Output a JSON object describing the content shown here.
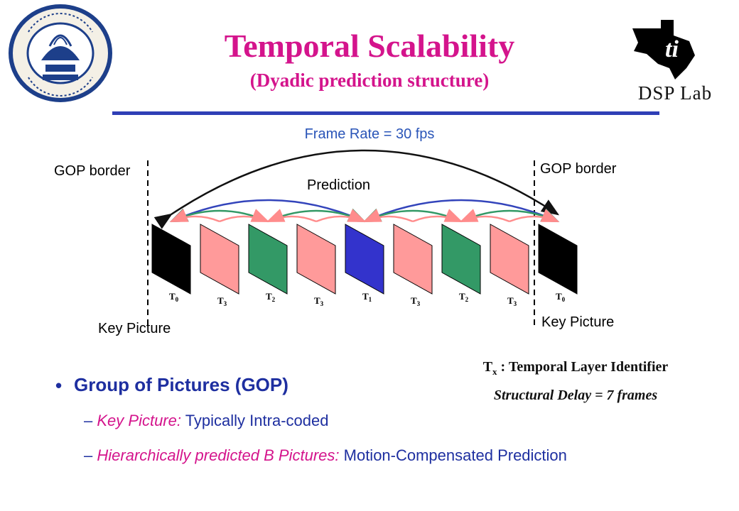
{
  "header": {
    "title": "Temporal Scalability",
    "subtitle": "(Dyadic prediction structure)",
    "logo_right_text": "DSP Lab"
  },
  "diagram": {
    "frame_rate_label": "Frame Rate = 30 fps",
    "gop_border_left": "GOP border",
    "gop_border_right": "GOP border",
    "prediction_label": "Prediction",
    "key_picture_left": "Key Picture",
    "key_picture_right": "Key Picture",
    "frames": [
      {
        "layer": "0",
        "color": "#000000"
      },
      {
        "layer": "3",
        "color": "#ff9a9a"
      },
      {
        "layer": "2",
        "color": "#339966"
      },
      {
        "layer": "3",
        "color": "#ff9a9a"
      },
      {
        "layer": "1",
        "color": "#3333cc"
      },
      {
        "layer": "3",
        "color": "#ff9a9a"
      },
      {
        "layer": "2",
        "color": "#339966"
      },
      {
        "layer": "3",
        "color": "#ff9a9a"
      },
      {
        "layer": "0",
        "color": "#000000"
      }
    ],
    "arrow_colors": {
      "t0": "#111111",
      "t1": "#3344bb",
      "t2": "#339966",
      "t3": "#ff8c8c"
    }
  },
  "legend": {
    "layer_identifier_prefix": "T",
    "layer_identifier_sub": "x",
    "layer_identifier_text": " : Temporal Layer Identifier",
    "structural_delay": "Structural Delay = 7 frames"
  },
  "bullets": {
    "marker": "•",
    "heading": "Group of Pictures (GOP)",
    "items": [
      {
        "dash": "–",
        "emphasis": "Key Picture:",
        "text": " Typically Intra-coded"
      },
      {
        "dash": "–",
        "emphasis": "Hierarchically predicted B Pictures:",
        "text": " Motion-Compensated Prediction"
      }
    ]
  },
  "icons": {
    "left_logo": "iit-bombay-emblem-icon",
    "right_logo": "ti-texas-logo-icon"
  }
}
